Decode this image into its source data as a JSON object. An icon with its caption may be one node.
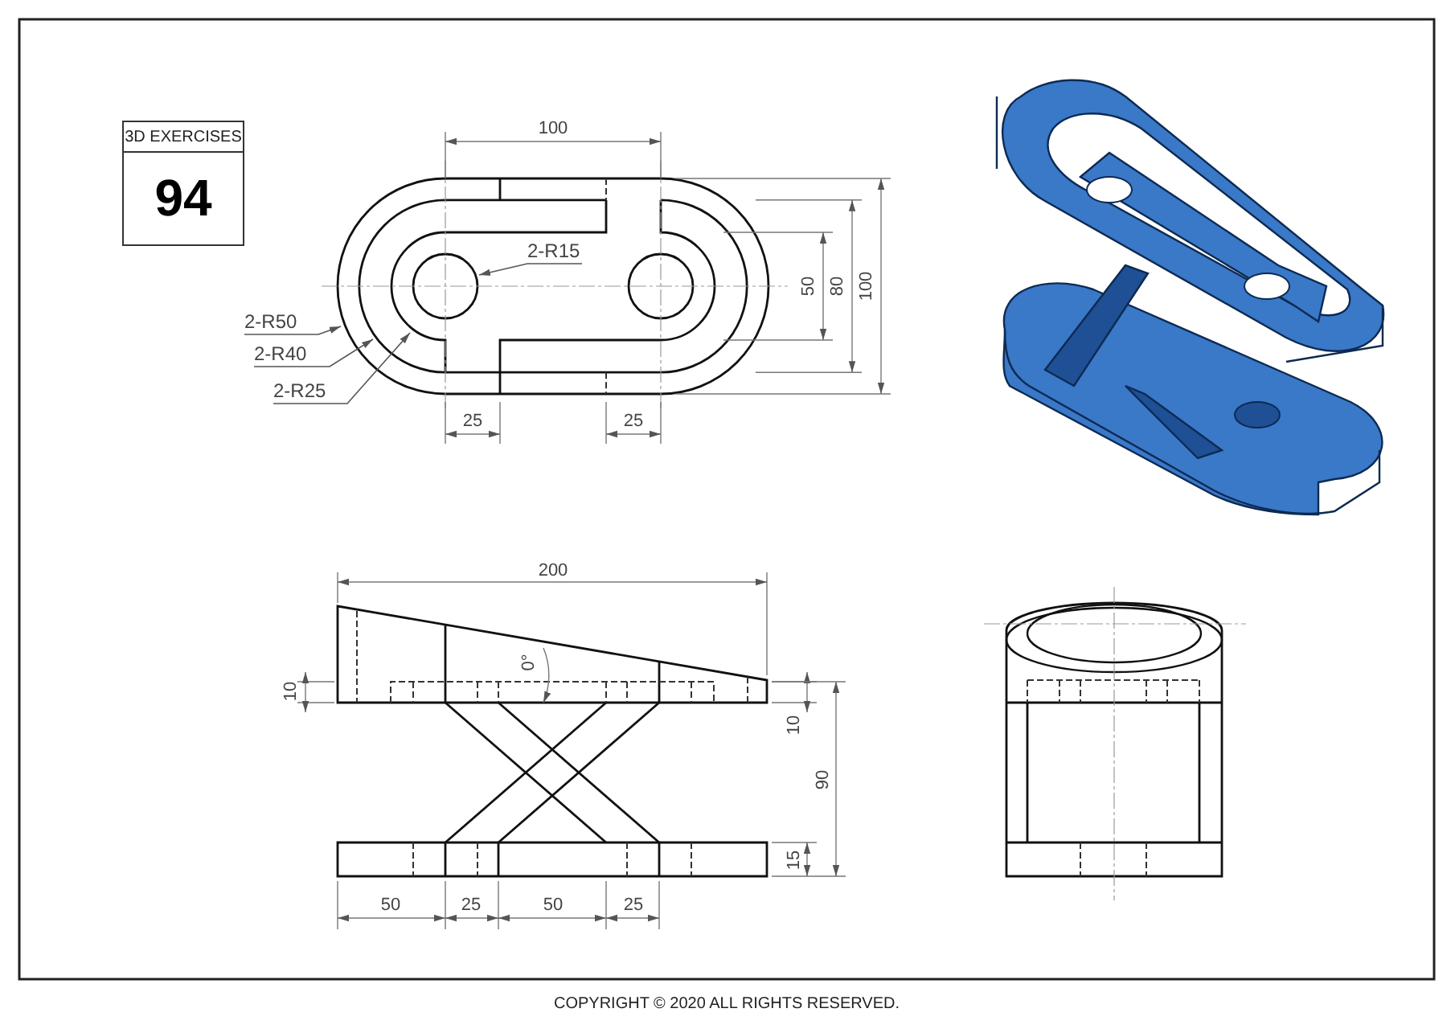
{
  "diagram": {
    "caption": "COPYRIGHT © 2020 ALL RIGHTS RESERVED.",
    "nodes": [
      {
        "text": [
          "3D EXERCISES",
          "94"
        ]
      },
      {
        "text": [
          "2-R15"
        ]
      },
      {
        "text": [
          "2-R50"
        ]
      },
      {
        "text": [
          "2-R40"
        ]
      },
      {
        "text": [
          "2-R25"
        ]
      }
    ],
    "edges": [
      {
        "from": 1,
        "to": null,
        "arrow": "to"
      },
      {
        "from": 2,
        "to": null,
        "arrow": "to"
      },
      {
        "from": 3,
        "to": null,
        "arrow": "to"
      },
      {
        "from": 4,
        "to": null,
        "arrow": "to"
      }
    ],
    "labels": [
      "100",
      "50",
      "80",
      "100",
      "25",
      "25",
      "200",
      "10",
      "0°",
      "10",
      "90",
      "15",
      "50",
      "25",
      "50",
      "25"
    ]
  }
}
